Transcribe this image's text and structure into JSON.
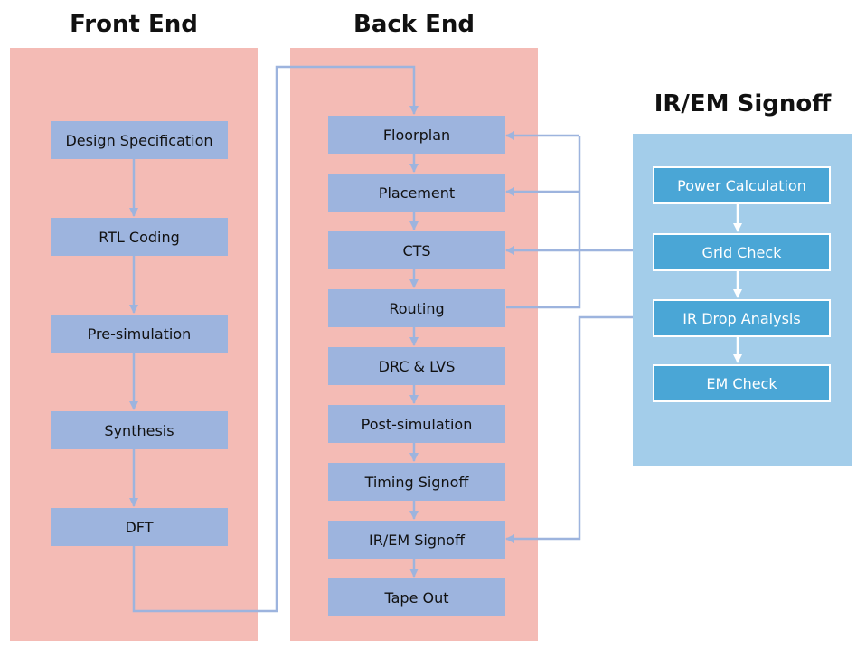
{
  "titles": {
    "front_end": "Front End",
    "back_end": "Back End",
    "ir_em": "IR/EM Signoff"
  },
  "front_end_steps": [
    "Design Specification",
    "RTL Coding",
    "Pre-simulation",
    "Synthesis",
    "DFT"
  ],
  "back_end_steps": [
    "Floorplan",
    "Placement",
    "CTS",
    "Routing",
    "DRC & LVS",
    "Post-simulation",
    "Timing Signoff",
    "IR/EM Signoff",
    "Tape Out"
  ],
  "ir_em_steps": [
    "Power Calculation",
    "Grid Check",
    "IR Drop Analysis",
    "EM Check"
  ],
  "colors": {
    "front_panel": "#f4bbb5",
    "back_panel": "#f4bbb5",
    "ir_panel": "#a3cdea",
    "step_box": "#9db4de",
    "ir_box": "#4aa6d6",
    "connector": "#9db4de"
  }
}
